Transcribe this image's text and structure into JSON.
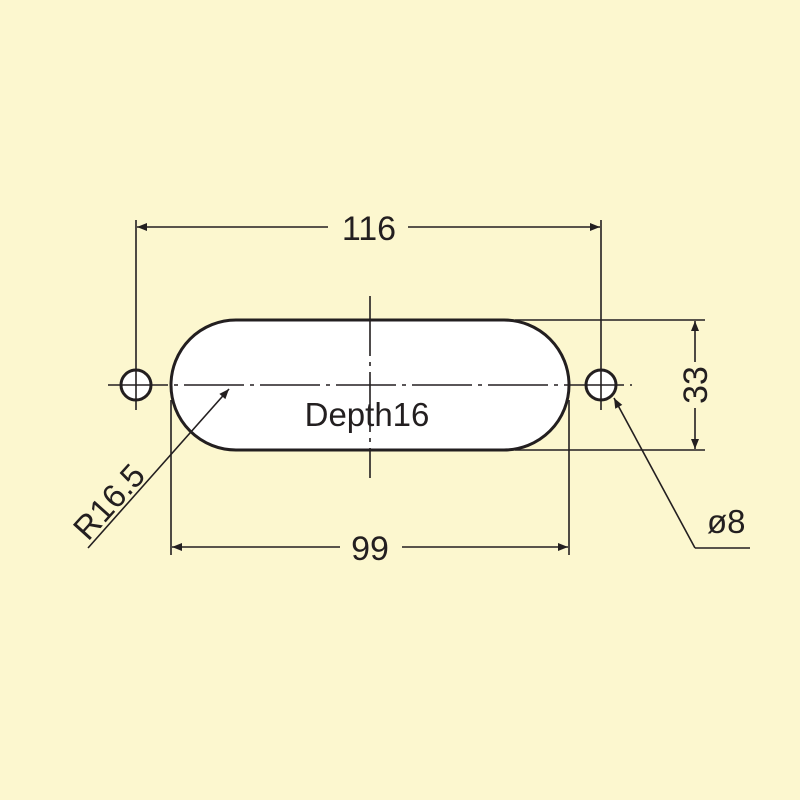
{
  "diagram": {
    "labels": {
      "overall_width": "116",
      "slot_length": "99",
      "slot_height": "33",
      "end_radius": "R16.5",
      "hole_diameter": "ø8",
      "depth": "Depth16"
    },
    "colors": {
      "background": "#fcf7cf",
      "line": "#231f20",
      "fill": "#ffffff"
    }
  }
}
